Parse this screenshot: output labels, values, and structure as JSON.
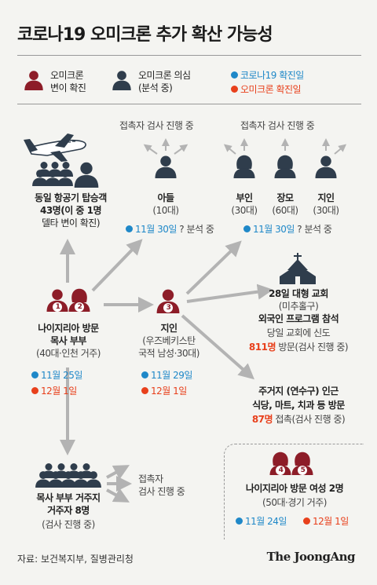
{
  "title": "코로나19 오미크론 추가 확산 가능성",
  "legend": {
    "confirmed": [
      "오미크론",
      "변이 확진"
    ],
    "suspected": [
      "오미크론 의심",
      "(분석 중)"
    ],
    "covid_date": "코로나19 확진일",
    "omicron_date": "오미크론 확진일"
  },
  "contact_testing": "접촉자 검사 진행 중",
  "passengers": {
    "lines": [
      "동일 항공기 탑승객",
      "43명(이 중 1명",
      "델타 변이 확진)"
    ]
  },
  "son": {
    "name": "아들",
    "age": "(10대)",
    "date": "11월 30일",
    "status": "? 분석 중"
  },
  "family": {
    "members": [
      {
        "name": "부인",
        "age": "(30대)"
      },
      {
        "name": "장모",
        "age": "(60대)"
      },
      {
        "name": "지인",
        "age": "(30대)"
      }
    ],
    "date": "11월 30일",
    "status": "? 분석 중"
  },
  "couple": {
    "badges": [
      "1",
      "2"
    ],
    "lines": [
      "나이지리아 방문",
      "목사 부부",
      "(40대·인천 거주)"
    ],
    "covid_date": "11월 25일",
    "omicron_date": "12월 1일"
  },
  "acquaintance": {
    "badge": "3",
    "lines": [
      "지인",
      "(우즈베키스탄",
      "국적 남성·30대)"
    ],
    "covid_date": "11월 29일",
    "omicron_date": "12월 1일"
  },
  "church": {
    "lines": [
      "28일 대형 교회",
      "(미추홀구)",
      "외국인 프로그램 참석",
      "당일 교회에 신도"
    ],
    "count": "811명",
    "count_suffix": "방문(검사 진행 중)"
  },
  "residence": {
    "lines": [
      "주거지 (연수구) 인근",
      "식당, 마트, 치과 등 방문"
    ],
    "count": "87명",
    "count_suffix": "접촉(검사 진행 중)"
  },
  "residents": {
    "lines": [
      "목사 부부 거주지",
      "거주자 8명",
      "(검사 진행 중)"
    ]
  },
  "residents_contacts": [
    "접촉자",
    "검사 진행 중"
  ],
  "women": {
    "badges": [
      "4",
      "5"
    ],
    "lines": [
      "나이지리아 방문 여성 2명",
      "(50대·경기 거주)"
    ],
    "covid_date": "11월 24일",
    "omicron_date": "12월 1일"
  },
  "source": "자료: 보건복지부, 질병관리청",
  "publisher": "The JoongAng",
  "colors": {
    "blue": "#1f88c8",
    "red": "#e8401c",
    "navy": "#2f3d4c",
    "maroon": "#8d1d28",
    "grey": "#454545"
  }
}
